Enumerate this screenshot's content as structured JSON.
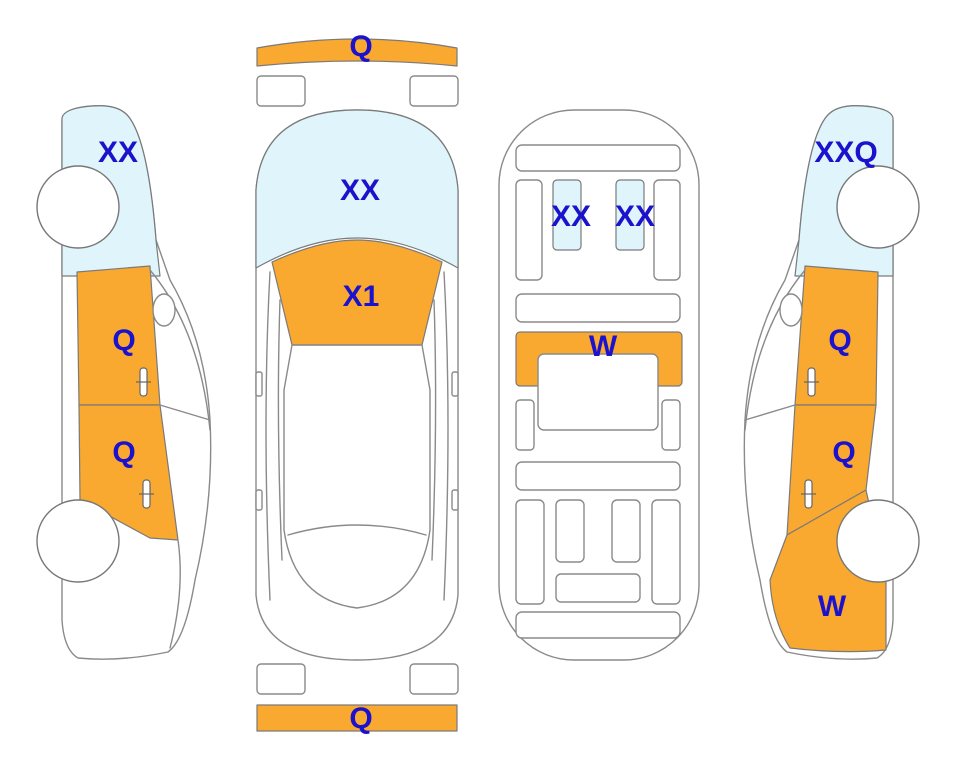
{
  "colors": {
    "damage_fill": "#f9a830",
    "glass_fill": "#dff5fb",
    "label_text": "#1a12cc",
    "outline": "#8a8a8a"
  },
  "labels": {
    "front_bumper": "Q",
    "rear_bumper": "Q",
    "top_windshield": "XX",
    "top_hood": "X1",
    "interior_seat_left": "XX",
    "interior_seat_right": "XX",
    "interior_floor": "W",
    "left_window": "XX",
    "left_front_door": "Q",
    "left_rear_door": "Q",
    "right_window": "XXQ",
    "right_front_door": "Q",
    "right_rear_door": "Q",
    "right_rear_quarter": "W"
  }
}
